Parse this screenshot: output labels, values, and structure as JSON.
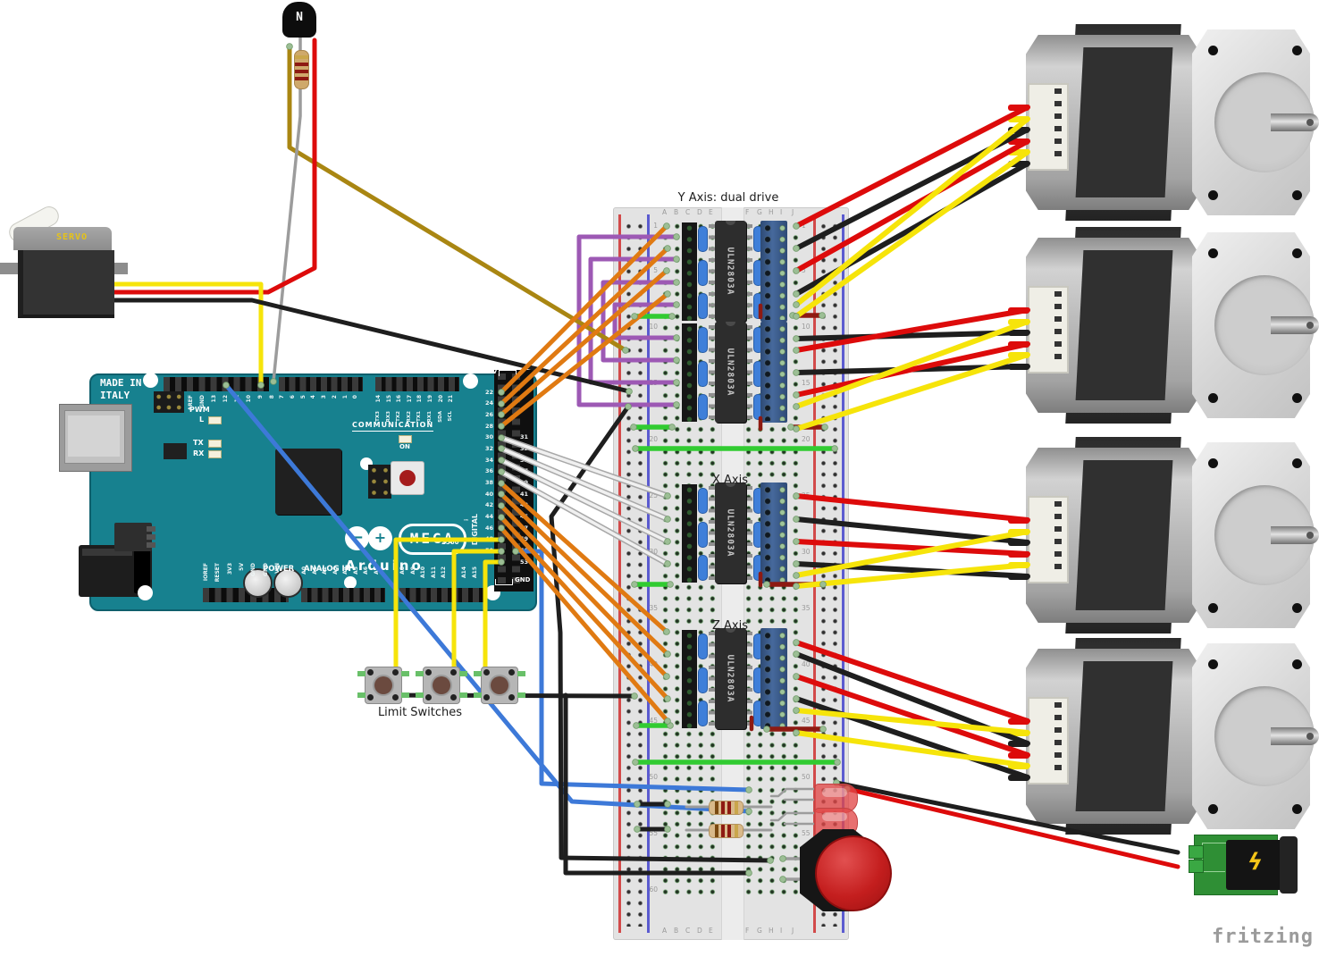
{
  "watermark": "fritzing",
  "annotations": {
    "y_axis": "Y Axis: dual drive",
    "x_axis": "X Axis",
    "z_axis": "Z Axis",
    "limit_switches": "Limit Switches"
  },
  "colors": {
    "red": "#dd0b0b",
    "darkred": "#8e1a12",
    "black": "#1e1e1e",
    "yellow": "#f6e40a",
    "orange": "#e07a12",
    "olive": "#a98612",
    "purple": "#9d59b4",
    "blue": "#3d79d8",
    "green": "#31cb31",
    "gray": "#9c9c9c",
    "white": "#f0f0f0",
    "white_outline": "#a8a8a8",
    "cap": "#9cbe95",
    "cap_edge": "#6f9a68",
    "board_teal": "#17818f",
    "breadboard_body": "#e3e3e3",
    "chip_black": "#2d2d2d",
    "terminal_blue": "#3c5c8e",
    "led_red": "#e04848",
    "button_red": "#c42020",
    "battery_green": "#2f8f35",
    "bolt_yellow": "#f5c518"
  },
  "arduino": {
    "made_in_line1": "MADE IN",
    "made_in_line2": "ITALY",
    "pwm": "PWM",
    "l": "L",
    "tx": "TX",
    "rx": "RX",
    "on": "ON",
    "communication": "COMMUNICATION",
    "logo_minus": "−",
    "logo_plus": "+",
    "logo_text": "MEGA",
    "tm": "™",
    "brand": "Arduino",
    "mcu": "2560",
    "digital_label": "DIGITAL",
    "power_label": "POWER",
    "analog_label": "ANALOG IN",
    "v5": "5V",
    "gnd": "GND",
    "top_row1": [
      "AREF",
      "GND",
      "13",
      "12",
      "11",
      "10",
      "9",
      "8"
    ],
    "top_row2": [
      "7",
      "6",
      "5",
      "4",
      "3",
      "2",
      "1",
      "0"
    ],
    "top_row3_numbers": [
      "14",
      "15",
      "16",
      "17",
      "18",
      "19",
      "20",
      "21"
    ],
    "top_row3_names": [
      "TX3",
      "RX3",
      "TX2",
      "RX2",
      "TX1",
      "RX1",
      "SDA",
      "SCL"
    ],
    "power_pins": [
      "IOREF",
      "RESET",
      "3V3",
      "5V",
      "GND",
      "GND",
      "VIN"
    ],
    "analog_pins_1": [
      "A0",
      "A1",
      "A2",
      "A3",
      "A4",
      "A5",
      "A6",
      "A7"
    ],
    "analog_pins_2": [
      "A8",
      "A9",
      "A10",
      "A11",
      "A12",
      "A13",
      "A14",
      "A15"
    ],
    "digital_even": [
      "22",
      "24",
      "26",
      "28",
      "30",
      "32",
      "34",
      "36",
      "38",
      "40",
      "42",
      "44",
      "46",
      "48",
      "50",
      "52"
    ],
    "digital_odd": [
      "31",
      "33",
      "35",
      "37",
      "39",
      "41",
      "43",
      "45",
      "47",
      "49",
      "51",
      "53"
    ]
  },
  "breadboard": {
    "columns_left": [
      "A",
      "B",
      "C",
      "D",
      "E"
    ],
    "columns_right": [
      "F",
      "G",
      "H",
      "I",
      "J"
    ],
    "row_numbers": [
      "1",
      "5",
      "10",
      "15",
      "20",
      "25",
      "30",
      "35",
      "40",
      "45",
      "50",
      "55",
      "60"
    ]
  },
  "chips": [
    "ULN2803A",
    "ULN2803A",
    "ULN2803A",
    "ULN2803A"
  ],
  "servo": {
    "label": "SERVO"
  },
  "transistor": {
    "label": "N"
  },
  "battery": {
    "bolt_icon": "ϟ"
  }
}
